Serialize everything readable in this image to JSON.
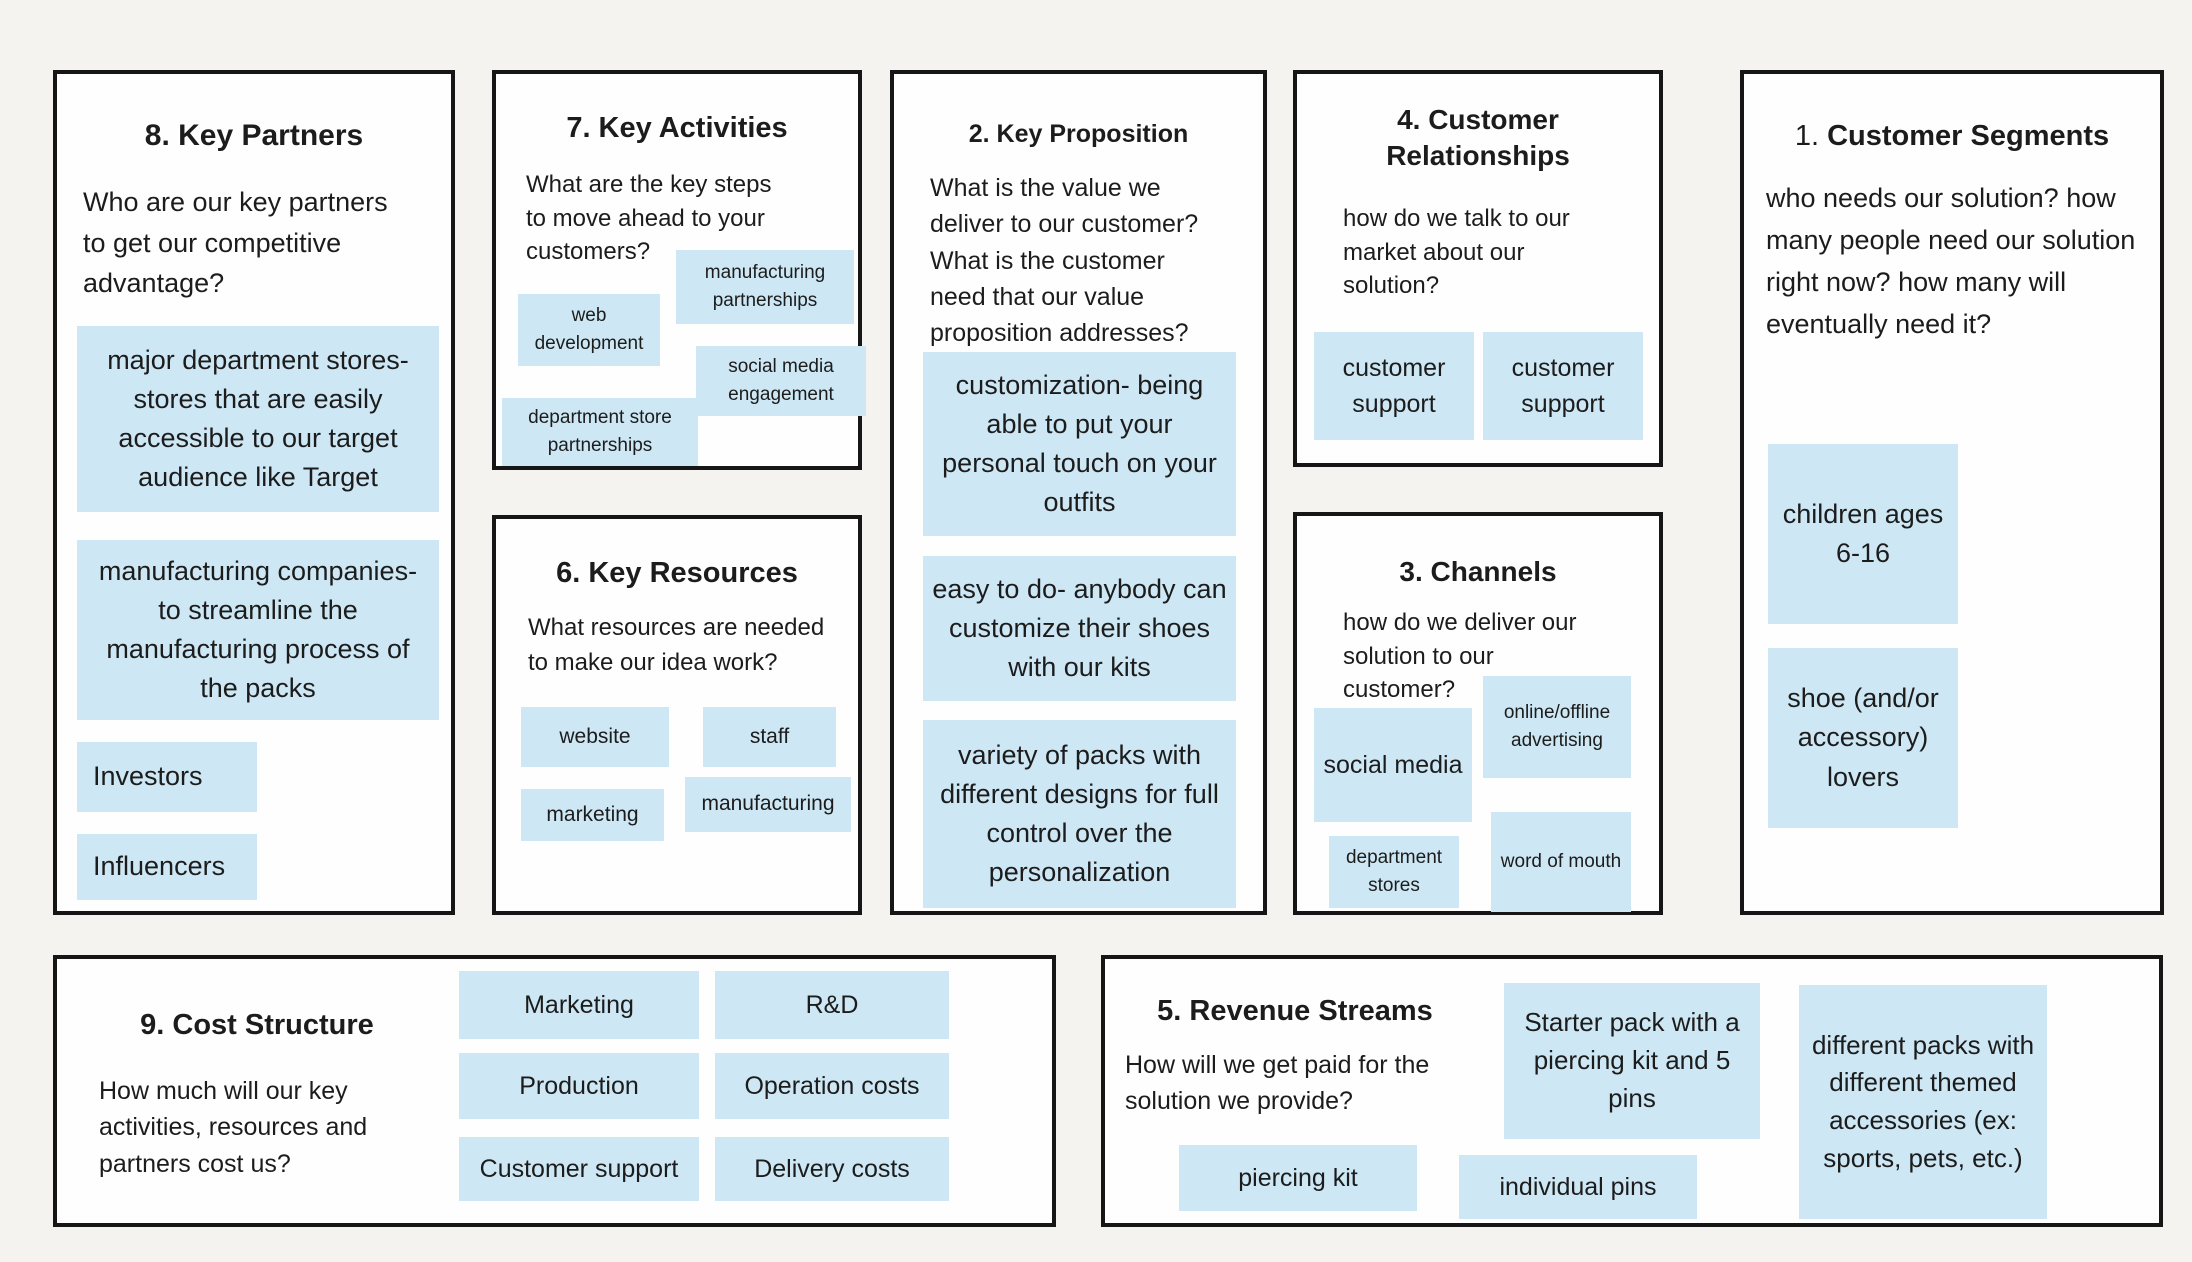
{
  "colors": {
    "page_bg": "#f4f3f0",
    "box_bg": "#fefefe",
    "box_border": "#161616",
    "note_bg": "#cde7f4",
    "text": "#1c1c1c"
  },
  "sections": {
    "key_partners": {
      "title": "8. Key Partners",
      "description": "Who are our key partners to get our competitive advantage?",
      "notes": [
        "major department stores- stores that are easily accessible to our target audience like Target",
        "manufacturing companies- to streamline the manufacturing process of the packs",
        "Investors",
        "Influencers"
      ]
    },
    "key_activities": {
      "title": "7. Key Activities",
      "description": "What are the key steps to move ahead to your customers?",
      "notes": [
        "manufacturing partnerships",
        "web development",
        "social media engagement",
        "department store partnerships"
      ]
    },
    "key_resources": {
      "title": "6. Key Resources",
      "description": "What resources are needed to make our idea work?",
      "notes": [
        "website",
        "staff",
        "marketing",
        "manufacturing"
      ]
    },
    "key_proposition": {
      "title": "2. Key Proposition",
      "description": "What is the value we deliver to our customer? What is the customer need that our value proposition addresses?",
      "notes": [
        "customization- being able to put your personal touch on your outfits",
        "easy to do- anybody can customize their shoes with our kits",
        "variety of packs with different designs for full control over the personalization"
      ]
    },
    "customer_relationships": {
      "title": "4. Customer Relationships",
      "description": "how do we talk to our market about our solution?",
      "notes": [
        "customer support",
        "customer support"
      ]
    },
    "channels": {
      "title": "3. Channels",
      "description": "how do we deliver our solution to our customer?",
      "notes": [
        "social media",
        "online/offline advertising",
        "department stores",
        "word of mouth"
      ]
    },
    "customer_segments": {
      "title_prefix": "1.",
      "title": "Customer Segments",
      "description": "who needs our solution? how many people need our solution right now? how many will eventually need it?",
      "notes": [
        "children ages 6-16",
        "shoe (and/or accessory) lovers"
      ]
    },
    "cost_structure": {
      "title": "9. Cost Structure",
      "description": "How much will our key activities, resources and partners cost us?",
      "notes": [
        "Marketing",
        "R&D",
        "Production",
        "Operation costs",
        "Customer support",
        "Delivery costs"
      ]
    },
    "revenue_streams": {
      "title": "5. Revenue Streams",
      "description": "How will we get paid for the solution we provide?",
      "notes": [
        "Starter pack with a piercing kit and 5 pins",
        "different packs with different themed accessories (ex: sports, pets, etc.)",
        "piercing kit",
        "individual pins"
      ]
    }
  }
}
